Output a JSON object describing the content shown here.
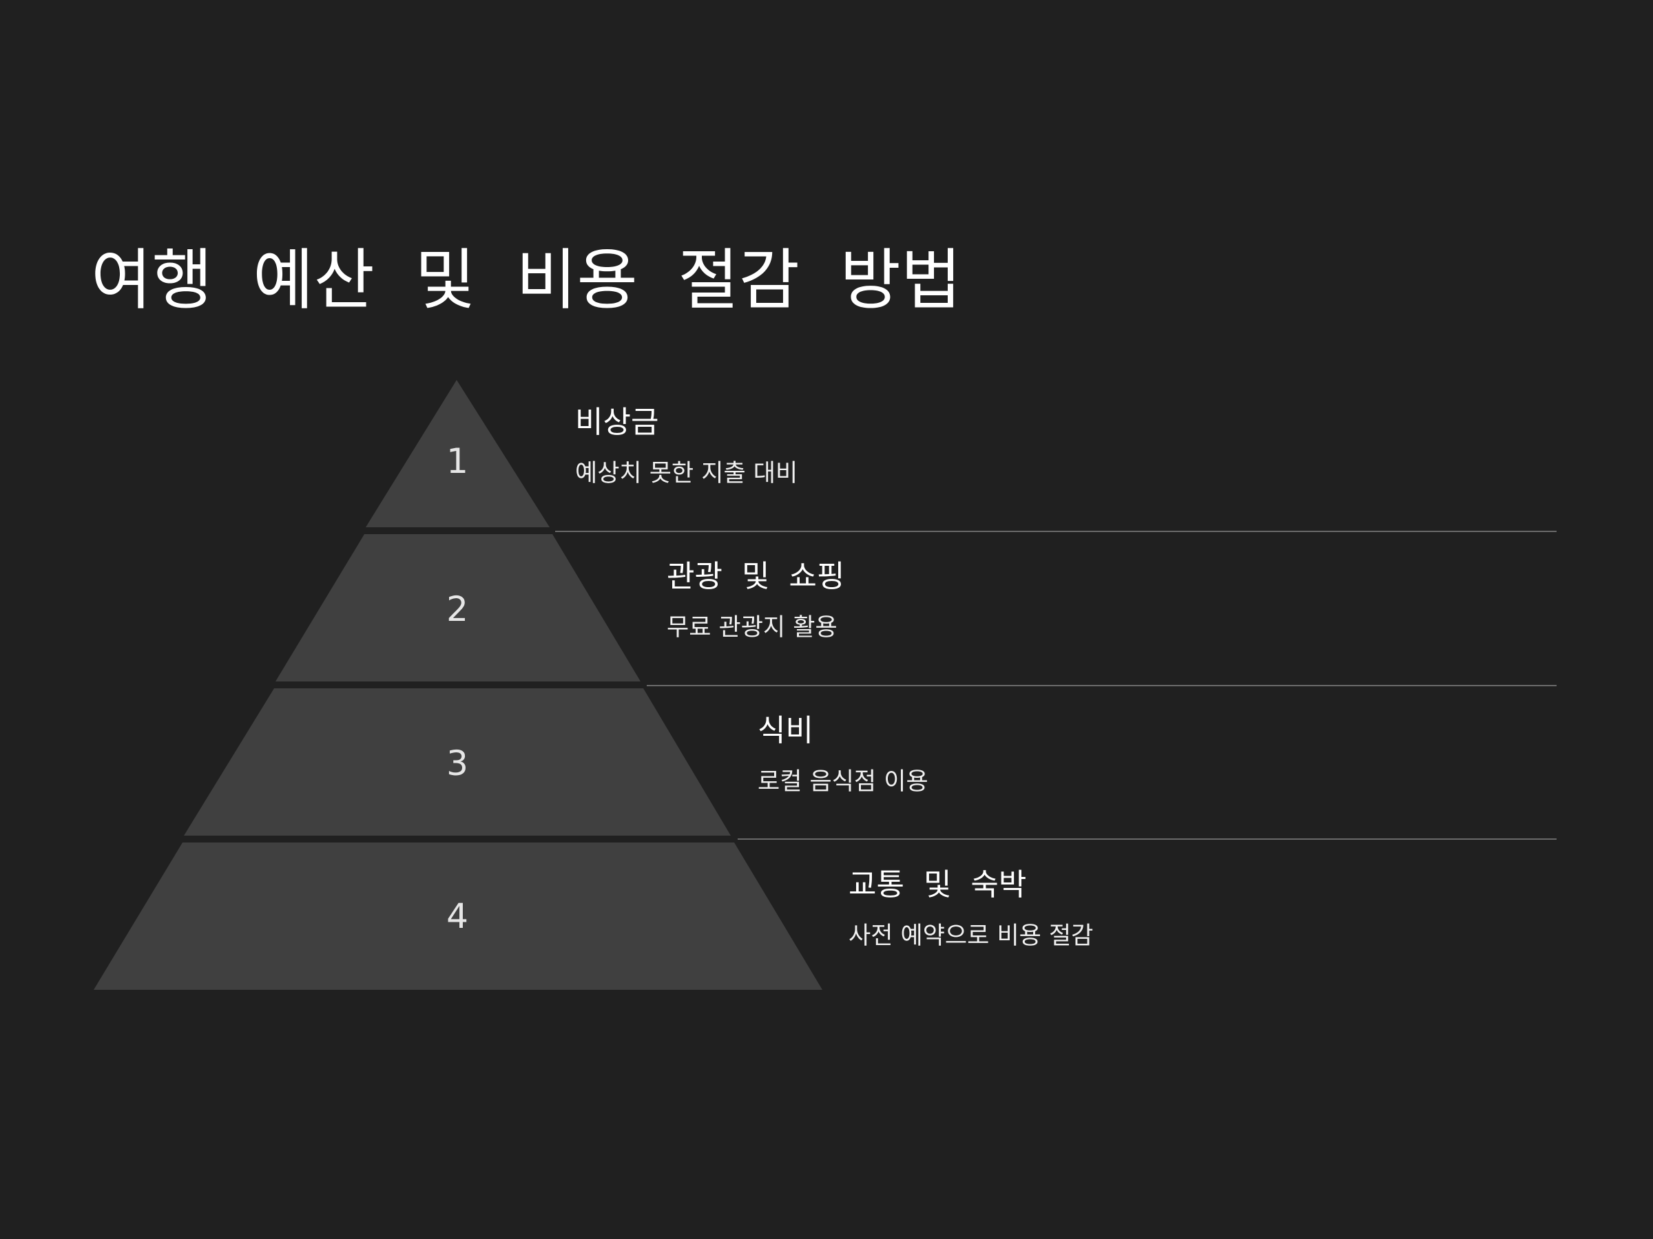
{
  "title": "여행 예산 및 비용 절감 방법",
  "colors": {
    "background": "#202020",
    "tier_fill": "#404040",
    "divider": "#6a6a6a",
    "text": "#ffffff"
  },
  "tiers": [
    {
      "number": "1",
      "heading": "비상금",
      "description": "예상치 못한 지출 대비"
    },
    {
      "number": "2",
      "heading": "관광 및 쇼핑",
      "description": "무료 관광지 활용"
    },
    {
      "number": "3",
      "heading": "식비",
      "description": "로컬 음식점 이용"
    },
    {
      "number": "4",
      "heading": "교통 및 숙박",
      "description": "사전 예약으로 비용 절감"
    }
  ]
}
